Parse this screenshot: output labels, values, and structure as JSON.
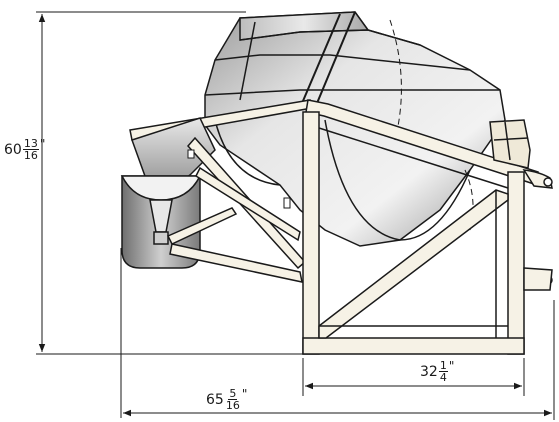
{
  "dimensions": {
    "height": {
      "whole": "60",
      "numerator": "13",
      "denominator": "16",
      "unit": "\""
    },
    "frame_width": {
      "whole": "32",
      "numerator": "1",
      "denominator": "4",
      "unit": "\""
    },
    "overall_length": {
      "whole": "65",
      "numerator": "5",
      "denominator": "16",
      "unit": "\""
    }
  },
  "colors": {
    "line": "#1a1a1a",
    "frame_fill": "#f6f2e6",
    "drum_fill": "#c8c8c8",
    "chute_fill": "#d0d0d0"
  }
}
